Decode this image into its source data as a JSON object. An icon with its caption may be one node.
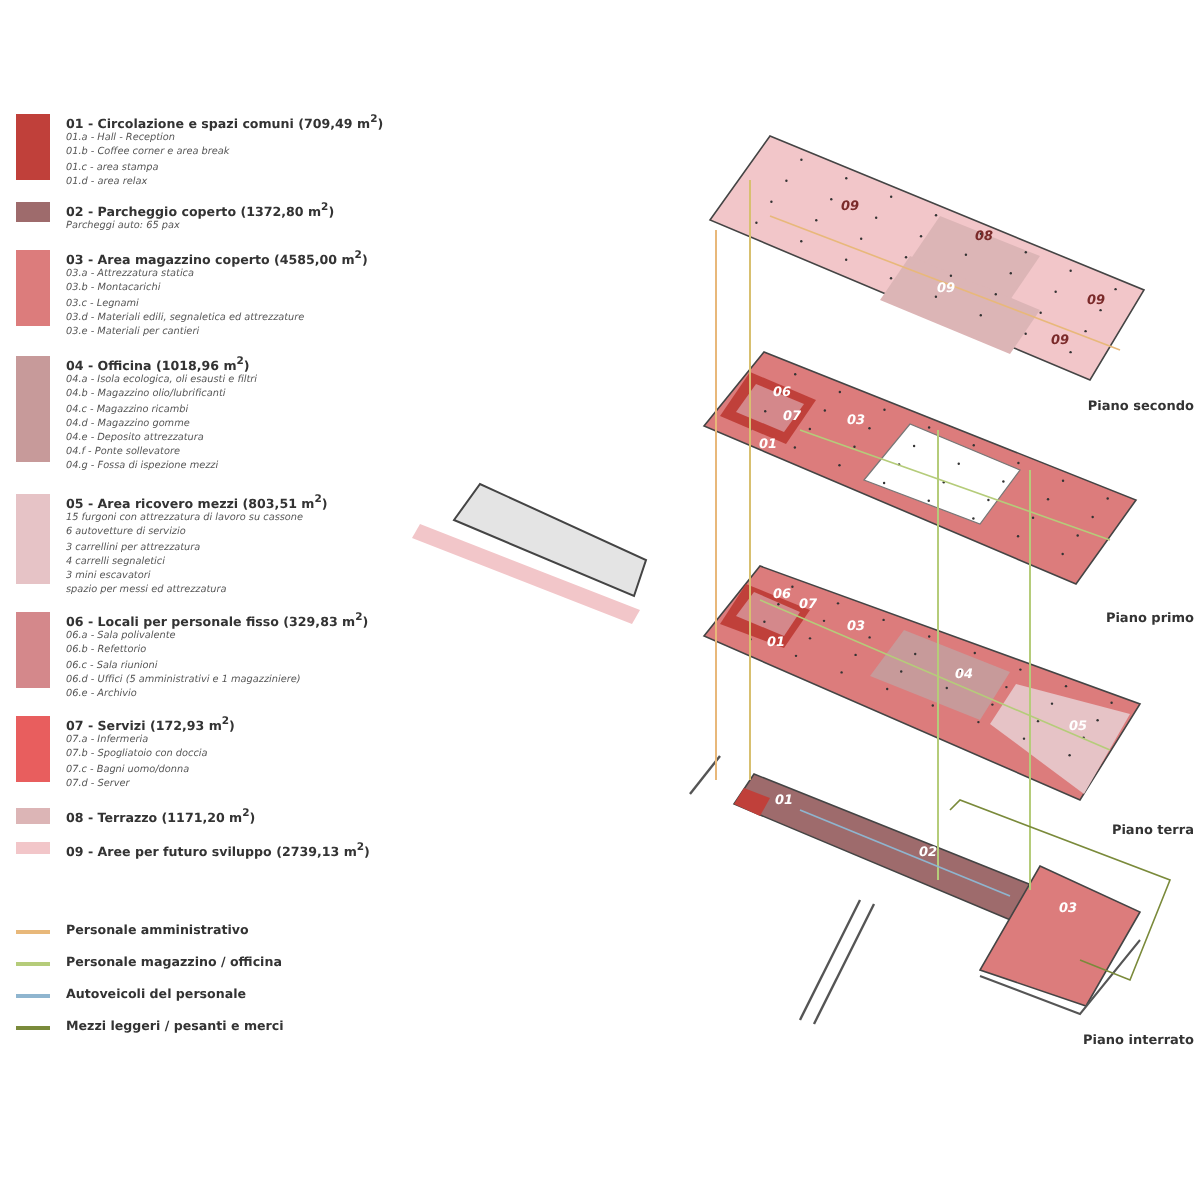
{
  "diagram": {
    "labels": [
      "01.a - Hall - Reception",
      "01.b - Coffee corner e area break",
      "01.c - area stampa",
      "01.d - area relax",
      "Parcheggi auto: 65 pax",
      "03.a - Attrezzatura statica",
      "03.b - Montacarichi",
      "03.c - Legnami",
      "03.d - Materiali edili, segnaletica ed attrezzature",
      "03.e - Materiali per cantieri",
      "04.a - Isola ecologica, oli esausti e filtri",
      "04.b - Magazzino olio/lubrificanti",
      "04.c - Magazzino ricambi",
      "04.d - Magazzino gomme",
      "04.e - Deposito attrezzatura",
      "04.f - Ponte sollevatore",
      "04.g - Fossa di ispezione mezzi",
      "15 furgoni con attrezzatura di lavoro su cassone",
      "6 autovetture di servizio",
      "3 carrellini per attrezzatura",
      "4 carrelli segnaletici",
      "3 mini escavatori",
      "spazio per messi ed attrezzatura",
      "06.a - Sala polivalente",
      "06.b - Refettorio",
      "06.c - Sala riunioni",
      "06.d - Uffici (5 amministrativi e 1 magazziniere)",
      "06.e - Archivio",
      "07.a - Infermeria",
      "07.b - Spogliatoio con doccia",
      "07.c - Bagni uomo/donna",
      "07.d - Server",
      "09",
      "08",
      "09",
      "09",
      "09",
      "Piano secondo",
      "06",
      "07",
      "03",
      "01",
      "Piano primo",
      "06",
      "07",
      "03",
      "01",
      "04",
      "05",
      "Piano terra",
      "01",
      "02",
      "03",
      "Piano interrato"
    ],
    "legend": [
      {
        "text": "01 - Circolazione e spazi comuni (709,49 m$^{2}$)",
        "color": "#c0403a"
      },
      {
        "text": "02 - Parcheggio coperto (1372,80 m$^{2}$)",
        "color": "#9e6b6c"
      },
      {
        "text": "03 - Area magazzino coperto (4585,00 m$^{2}$)",
        "color": "#dc7c7c"
      },
      {
        "text": "04 - Officina (1018,96 m$^{2}$)",
        "color": "#c79a9a"
      },
      {
        "text": "05 - Area ricovero mezzi (803,51 m$^{2}$)",
        "color": "#e6c3c6"
      },
      {
        "text": "06 - Locali per personale fisso (329,83 m$^{2}$)",
        "color": "#d4888b"
      },
      {
        "text": "07 - Servizi (172,93 m$^{2}$)",
        "color": "#e85e5e"
      },
      {
        "text": "08 - Terrazzo (1171,20 m$^{2}$)",
        "color": "#dcb5b6"
      },
      {
        "text": "09 - Aree per futuro sviluppo (2739,13 m$^{2}$)",
        "color": "#f2c6c9"
      },
      {
        "text": "Personale amministrativo"
      },
      {
        "text": "Personale magazzino / officina"
      },
      {
        "text": "Autoveicoli del personale"
      },
      {
        "text": "Mezzi leggeri / pesanti e merci"
      }
    ]
  }
}
